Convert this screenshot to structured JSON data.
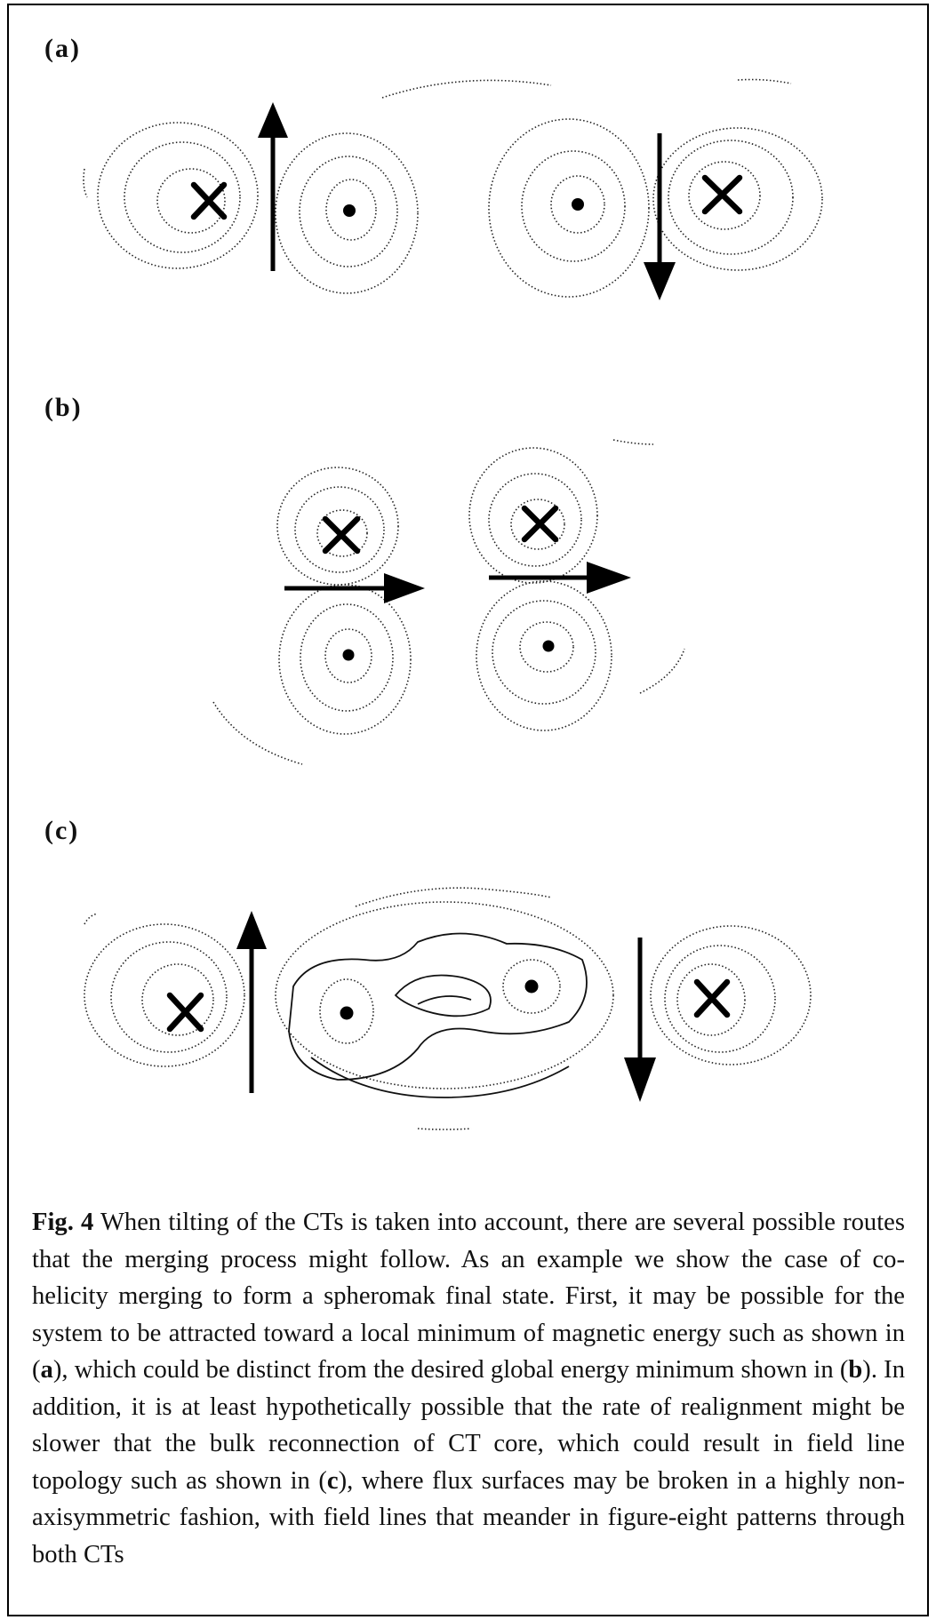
{
  "panels": {
    "a": {
      "label": "(a)"
    },
    "b": {
      "label": "(b)"
    },
    "c": {
      "label": "(c)"
    }
  },
  "caption": {
    "fig_label": "Fig. 4",
    "text_1": " When tilting of the CTs is taken into account, there are several possible routes that the merging process might follow. As an example we show the case of co-helicity merging to form a spheromak final state. First, it may be possible for the system to be attracted toward a local minimum of magnetic energy such as shown in (",
    "ref_a": "a",
    "text_2": "), which could be distinct from the desired global energy minimum shown in (",
    "ref_b": "b",
    "text_3": "). In addition, it is at least hypothetically possible that the rate of realignment might be slower that the bulk reconnection of CT core, which could result in field line topology such as shown in (",
    "ref_c": "c",
    "text_4": "), where flux surfaces may be broken in a highly non-axisymmetric fashion, with field lines that meander in figure-eight patterns through both CTs"
  }
}
